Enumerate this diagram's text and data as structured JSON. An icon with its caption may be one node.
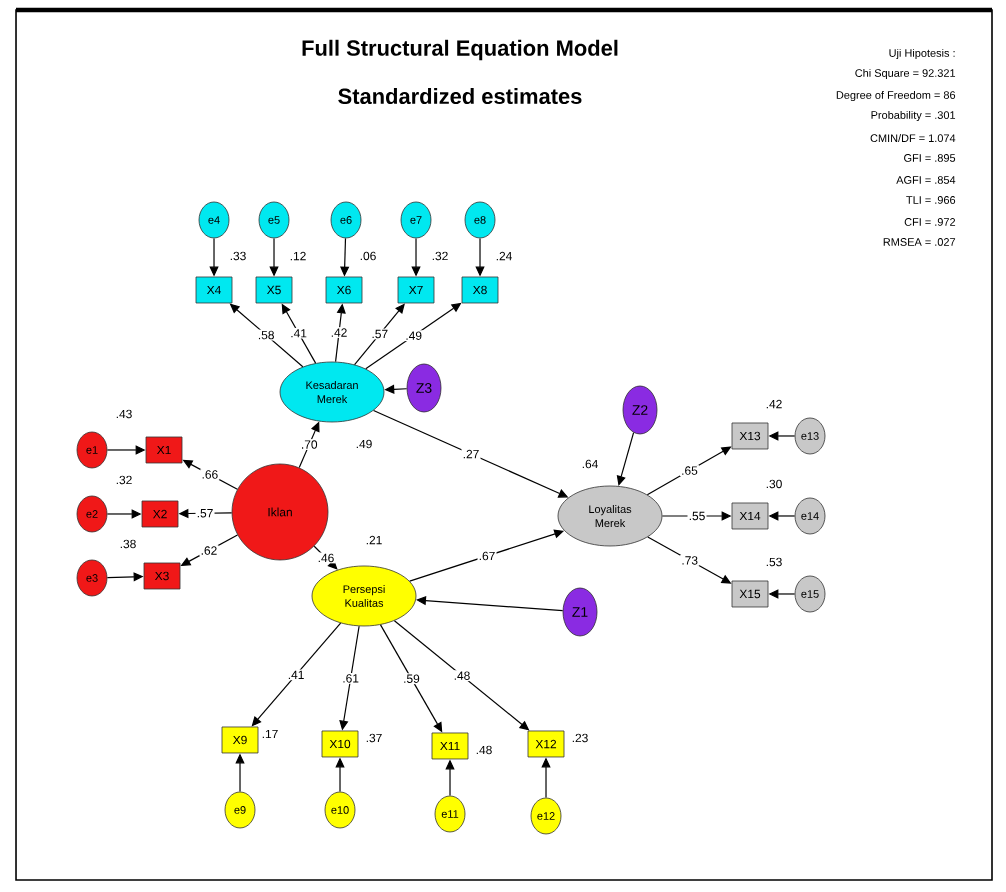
{
  "diagram": {
    "title": "Full Structural Equation Model",
    "nodes": [
      {
        "text": [
          "e4"
        ]
      },
      {
        "text": [
          "e5"
        ]
      },
      {
        "text": [
          "e6"
        ]
      },
      {
        "text": [
          "e7"
        ]
      },
      {
        "text": [
          "e8"
        ]
      },
      {
        "text": [
          "X4"
        ],
        "beside": [
          ".33"
        ]
      },
      {
        "text": [
          "X5"
        ],
        "beside": [
          ".12"
        ]
      },
      {
        "text": [
          "X6"
        ],
        "beside": [
          ".06"
        ]
      },
      {
        "text": [
          "X7"
        ],
        "beside": [
          ".32"
        ]
      },
      {
        "text": [
          "X8"
        ],
        "beside": [
          ".24"
        ]
      },
      {
        "text": [
          "Kesadaran Merek"
        ],
        "beside": [
          ".49"
        ]
      },
      {
        "text": [
          "Z3"
        ]
      },
      {
        "text": [
          "Z2"
        ]
      },
      {
        "text": [
          "e1"
        ]
      },
      {
        "text": [
          "X1"
        ],
        "beside": [
          ".43"
        ]
      },
      {
        "text": [
          "X13"
        ],
        "beside": [
          ".42"
        ]
      },
      {
        "text": [
          "e13"
        ]
      },
      {
        "text": [
          "Iklan"
        ]
      },
      {
        "text": [
          "e2"
        ]
      },
      {
        "text": [
          "X2"
        ],
        "beside": [
          ".32"
        ]
      },
      {
        "text": [
          "Loyalitas Merek"
        ],
        "beside": [
          ".64"
        ]
      },
      {
        "text": [
          "X14"
        ],
        "beside": [
          ".30"
        ]
      },
      {
        "text": [
          "e14"
        ]
      },
      {
        "text": [
          "e3"
        ]
      },
      {
        "text": [
          "X3"
        ],
        "beside": [
          ".38"
        ]
      },
      {
        "text": [
          "Persepsi Kualitas"
        ],
        "beside": [
          ".21"
        ]
      },
      {
        "text": [
          "Z1"
        ]
      },
      {
        "text": [
          "X15"
        ],
        "beside": [
          ".53"
        ]
      },
      {
        "text": [
          "e15"
        ]
      },
      {
        "text": [
          "X9"
        ],
        "beside": [
          ".17"
        ]
      },
      {
        "text": [
          "X10"
        ],
        "beside": [
          ".37"
        ]
      },
      {
        "text": [
          "X11"
        ],
        "beside": [
          ".48"
        ]
      },
      {
        "text": [
          "X12"
        ],
        "beside": [
          ".23"
        ]
      },
      {
        "text": [
          "e9"
        ]
      },
      {
        "text": [
          "e10"
        ]
      },
      {
        "text": [
          "e11"
        ]
      },
      {
        "text": [
          "e12"
        ]
      }
    ],
    "edges": [
      {
        "from": 0,
        "to": 5,
        "arrow": "to"
      },
      {
        "from": 1,
        "to": 6,
        "arrow": "to"
      },
      {
        "from": 2,
        "to": 7,
        "arrow": "to"
      },
      {
        "from": 3,
        "to": 8,
        "arrow": "to"
      },
      {
        "from": 4,
        "to": 9,
        "arrow": "to"
      },
      {
        "from": 10,
        "to": 5,
        "arrow": "to",
        "label": ".58"
      },
      {
        "from": 10,
        "to": 6,
        "arrow": "to",
        "label": ".41"
      },
      {
        "from": 10,
        "to": 7,
        "arrow": "to",
        "label": ".42"
      },
      {
        "from": 10,
        "to": 8,
        "arrow": "to",
        "label": ".57"
      },
      {
        "from": 10,
        "to": 9,
        "arrow": "to",
        "label": ".49"
      },
      {
        "from": 11,
        "to": 10,
        "arrow": "to"
      },
      {
        "from": 17,
        "to": 10,
        "arrow": "to",
        "label": ".70"
      },
      {
        "from": 13,
        "to": 14,
        "arrow": "to"
      },
      {
        "from": 17,
        "to": 14,
        "arrow": "to",
        "label": ".66"
      },
      {
        "from": 18,
        "to": 19,
        "arrow": "to"
      },
      {
        "from": 17,
        "to": 19,
        "arrow": "to",
        "label": ".57"
      },
      {
        "from": 23,
        "to": 24,
        "arrow": "to"
      },
      {
        "from": 17,
        "to": 24,
        "arrow": "to",
        "label": ".62"
      },
      {
        "from": 17,
        "to": 25,
        "arrow": "to",
        "label": ".46"
      },
      {
        "from": 10,
        "to": 20,
        "arrow": "to",
        "label": ".27"
      },
      {
        "from": 25,
        "to": 20,
        "arrow": "to",
        "label": ".67"
      },
      {
        "from": 12,
        "to": 20,
        "arrow": "to"
      },
      {
        "from": 26,
        "to": 25,
        "arrow": "to"
      },
      {
        "from": 20,
        "to": 15,
        "arrow": "to",
        "label": ".65"
      },
      {
        "from": 20,
        "to": 21,
        "arrow": "to",
        "label": ".55"
      },
      {
        "from": 20,
        "to": 27,
        "arrow": "to",
        "label": ".73"
      },
      {
        "from": 16,
        "to": 15,
        "arrow": "to"
      },
      {
        "from": 22,
        "to": 21,
        "arrow": "to"
      },
      {
        "from": 28,
        "to": 27,
        "arrow": "to"
      },
      {
        "from": 25,
        "to": 29,
        "arrow": "to",
        "label": ".41"
      },
      {
        "from": 25,
        "to": 30,
        "arrow": "to",
        "label": ".61"
      },
      {
        "from": 25,
        "to": 31,
        "arrow": "to",
        "label": ".59"
      },
      {
        "from": 25,
        "to": 32,
        "arrow": "to",
        "label": ".48"
      },
      {
        "from": 33,
        "to": 29,
        "arrow": "to"
      },
      {
        "from": 34,
        "to": 30,
        "arrow": "to"
      },
      {
        "from": 35,
        "to": 31,
        "arrow": "to"
      },
      {
        "from": 36,
        "to": 32,
        "arrow": "to"
      }
    ],
    "labels": [
      "Standardized estimates",
      "Uji Hipotesis :",
      "Chi Square = 92.321",
      "Degree of Freedom = 86",
      "Probability = .301",
      "CMIN/DF = 1.074",
      "GFI = .895",
      "AGFI = .854",
      "TLI = .966",
      "CFI = .972",
      "RMSEA = .027"
    ]
  }
}
